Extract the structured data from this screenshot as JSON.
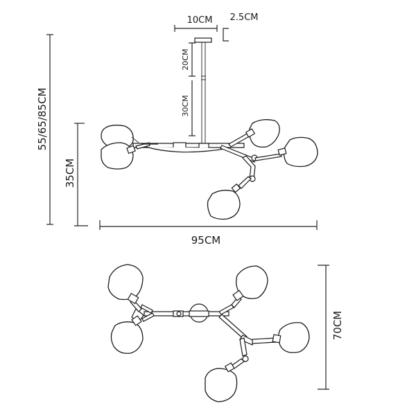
{
  "labels": {
    "canopy_width": "10CM",
    "canopy_height": "2.5CM",
    "rod_upper": "20CM",
    "rod_lower": "30CM",
    "total_height": "55/65/85CM",
    "body_height": "35CM",
    "width": "95CM",
    "depth": "70CM"
  }
}
